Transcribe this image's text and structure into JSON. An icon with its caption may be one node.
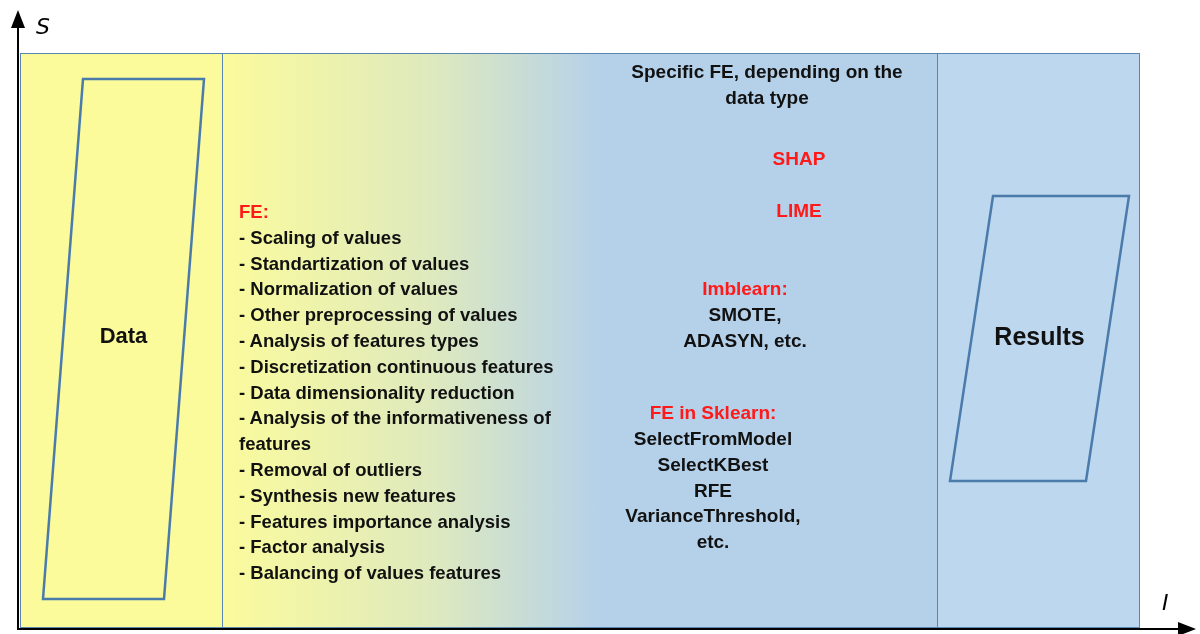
{
  "diagram": {
    "nodes": [
      {
        "text": [],
        "shape": "box"
      },
      {
        "text": [
          "Data"
        ],
        "in": 0
      },
      {
        "text": [
          "FE:",
          "- Scaling of values",
          "- Standartization of values",
          "- Normalization of values",
          "- Other preprocessing of values",
          "- Analysis of features types",
          "- Discretization continuous features",
          "- Data dimensionality reduction",
          "- Analysis of the informativeness of features",
          "- Removal of outliers",
          "- Synthesis new features",
          "- Features importance analysis",
          "- Factor analysis",
          "- Balancing of values features",
          "Specific FE, depending on the data type",
          "SHAP",
          "LIME",
          "Imblearn:",
          "SMOTE, ADASYN, etc.",
          "FE in Sklearn:",
          "SelectFromModel SelectKBest RFE VarianceThreshold, etc."
        ]
      },
      {
        "text": [],
        "shape": "box"
      },
      {
        "text": [
          "Results"
        ],
        "in": 3
      }
    ],
    "edges": [],
    "labels": [
      "S",
      "I"
    ]
  }
}
